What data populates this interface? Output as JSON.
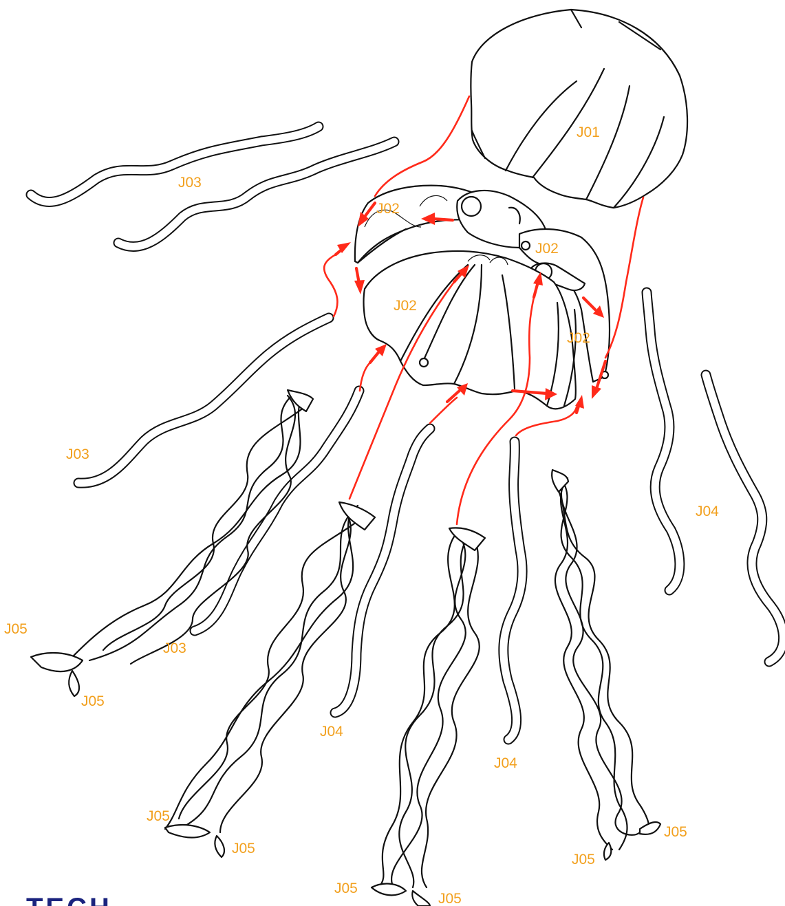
{
  "labels": {
    "j01": "J01",
    "j02_a": "J02",
    "j02_b": "J02",
    "j02_c": "J02",
    "j02_d": "J02",
    "j03_a": "J03",
    "j03_b": "J03",
    "j03_c": "J03",
    "j04_a": "J04",
    "j04_b": "J04",
    "j04_c": "J04",
    "j05_a": "J05",
    "j05_b": "J05",
    "j05_c": "J05",
    "j05_d": "J05",
    "j05_e": "J05",
    "j05_f": "J05",
    "j05_g": "J05",
    "j05_h": "J05"
  },
  "brand_partial": "TECH",
  "colors": {
    "label": "#f2a01e",
    "connector": "#ff2a1a",
    "outline": "#111111",
    "brand": "#1a237e"
  }
}
